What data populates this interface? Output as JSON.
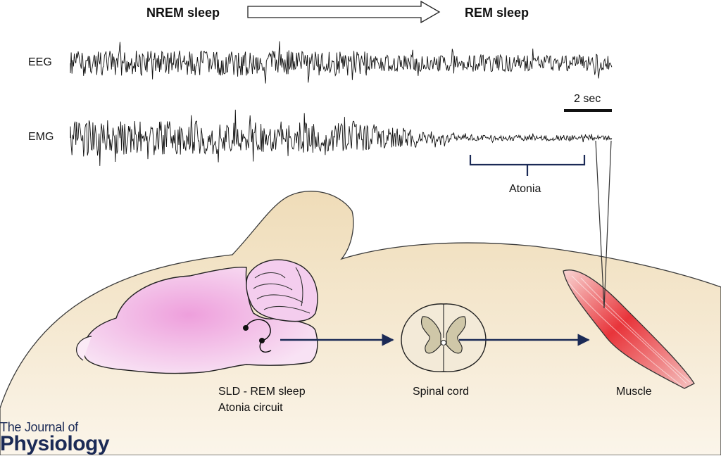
{
  "header": {
    "stage_left": "NREM sleep",
    "stage_right": "REM sleep"
  },
  "traces": {
    "eeg_label": "EEG",
    "emg_label": "EMG",
    "scale_bar_label": "2 sec",
    "atonia_label": "Atonia"
  },
  "pathway": {
    "brain_label_line1": "SLD - REM sleep",
    "brain_label_line2": "Atonia circuit",
    "spinal_label": "Spinal cord",
    "muscle_label": "Muscle"
  },
  "journal": {
    "line1": "The Journal of",
    "line2": "Physiology"
  },
  "colors": {
    "body": "#f3e6cc",
    "brain": "#f2c8ea",
    "muscle": "#e8343a",
    "arrow": "#1b2a56"
  }
}
